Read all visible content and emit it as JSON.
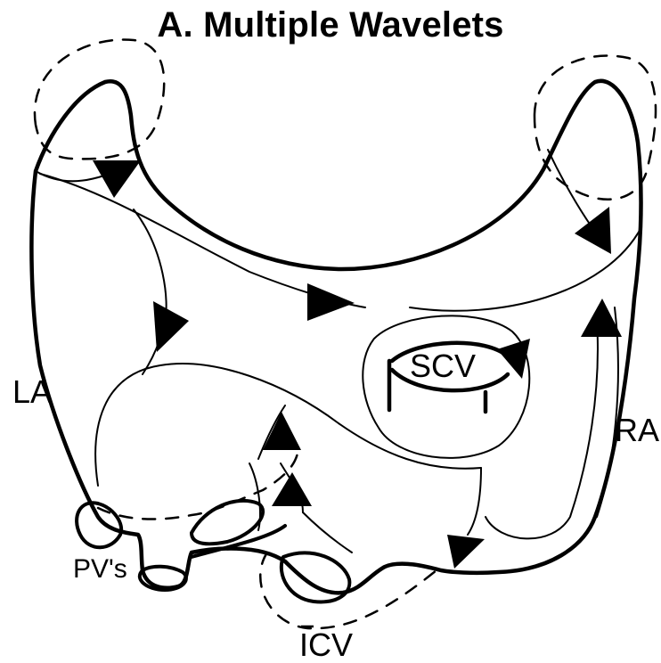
{
  "title": "A. Multiple Wavelets",
  "labels": {
    "la": "LA",
    "ra": "RA",
    "scv": "SCV",
    "pvs": "PV's",
    "icv": "ICV"
  }
}
